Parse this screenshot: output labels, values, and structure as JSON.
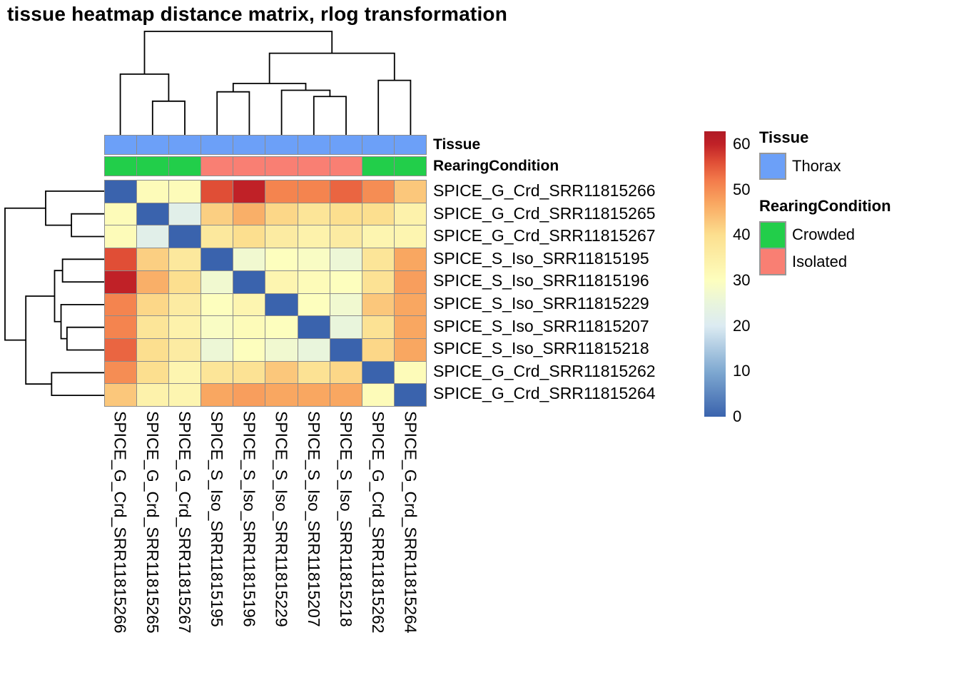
{
  "title": "tissue heatmap distance matrix, rlog transformation",
  "tracks": {
    "tissue_label": "Tissue",
    "rearing_label": "RearingCondition"
  },
  "legend": {
    "tissue": {
      "heading": "Tissue",
      "items": [
        {
          "label": "Thorax",
          "color": "#6ca0f8"
        }
      ]
    },
    "rearing": {
      "heading": "RearingCondition",
      "items": [
        {
          "label": "Crowded",
          "color": "#22ce4a"
        },
        {
          "label": "Isolated",
          "color": "#f97f73"
        }
      ]
    }
  },
  "chart_data": {
    "type": "heatmap",
    "title": "tissue heatmap distance matrix, rlog transformation",
    "samples": [
      "SPICE_G_Crd_SRR11815266",
      "SPICE_G_Crd_SRR11815265",
      "SPICE_G_Crd_SRR11815267",
      "SPICE_S_Iso_SRR11815195",
      "SPICE_S_Iso_SRR11815196",
      "SPICE_S_Iso_SRR11815229",
      "SPICE_S_Iso_SRR11815207",
      "SPICE_S_Iso_SRR11815218",
      "SPICE_G_Crd_SRR11815262",
      "SPICE_G_Crd_SRR11815264"
    ],
    "matrix": [
      [
        0,
        31,
        31,
        56,
        60,
        51,
        51,
        54,
        50,
        43
      ],
      [
        31,
        0,
        22,
        42,
        46,
        41,
        38,
        40,
        40,
        34
      ],
      [
        31,
        22,
        0,
        37,
        40,
        36,
        34,
        36,
        33,
        33
      ],
      [
        56,
        42,
        37,
        0,
        27,
        30,
        29,
        26,
        38,
        47
      ],
      [
        60,
        46,
        40,
        27,
        0,
        33,
        31,
        30,
        39,
        48
      ],
      [
        51,
        41,
        36,
        30,
        33,
        0,
        30,
        27,
        43,
        47
      ],
      [
        51,
        38,
        34,
        29,
        31,
        30,
        0,
        25,
        39,
        47
      ],
      [
        54,
        40,
        36,
        26,
        30,
        27,
        25,
        0,
        41,
        47
      ],
      [
        50,
        40,
        33,
        38,
        39,
        43,
        39,
        41,
        0,
        31
      ],
      [
        43,
        34,
        33,
        47,
        48,
        47,
        47,
        47,
        31,
        0
      ]
    ],
    "column_annotations": {
      "Tissue": [
        "Thorax",
        "Thorax",
        "Thorax",
        "Thorax",
        "Thorax",
        "Thorax",
        "Thorax",
        "Thorax",
        "Thorax",
        "Thorax"
      ],
      "RearingCondition": [
        "Crowded",
        "Crowded",
        "Crowded",
        "Isolated",
        "Isolated",
        "Isolated",
        "Isolated",
        "Isolated",
        "Crowded",
        "Crowded"
      ]
    },
    "annotation_colors": {
      "Thorax": "#6ca0f8",
      "Crowded": "#22ce4a",
      "Isolated": "#f97f73"
    },
    "color_scale": {
      "min": 0,
      "max": 62.8,
      "ticks": [
        0,
        10,
        20,
        30,
        40,
        50,
        60
      ],
      "stops": [
        [
          0,
          "#3a63ad"
        ],
        [
          10,
          "#7fa9d1"
        ],
        [
          20,
          "#dcebf2"
        ],
        [
          25,
          "#e9f5dc"
        ],
        [
          30,
          "#fdfebe"
        ],
        [
          40,
          "#fcdf8f"
        ],
        [
          47,
          "#f9a761"
        ],
        [
          52,
          "#f37b4b"
        ],
        [
          56,
          "#e04e36"
        ],
        [
          60,
          "#c02127"
        ],
        [
          62.8,
          "#b01b26"
        ]
      ]
    },
    "dendrogram": {
      "merges": [
        {
          "a": 1,
          "b": 2,
          "h": 0.33
        },
        {
          "a": 0,
          "b": 10,
          "h": 0.59
        },
        {
          "a": 3,
          "b": 4,
          "h": 0.42
        },
        {
          "a": 6,
          "b": 7,
          "h": 0.375
        },
        {
          "a": 5,
          "b": 13,
          "h": 0.435
        },
        {
          "a": 12,
          "b": 14,
          "h": 0.5
        },
        {
          "a": 8,
          "b": 9,
          "h": 0.53
        },
        {
          "a": 15,
          "b": 16,
          "h": 0.79
        },
        {
          "a": 11,
          "b": 17,
          "h": 1.0
        }
      ]
    },
    "grid_line_color": "#8c8c8c",
    "dendro_color": "#000000",
    "legend_position": "right"
  }
}
